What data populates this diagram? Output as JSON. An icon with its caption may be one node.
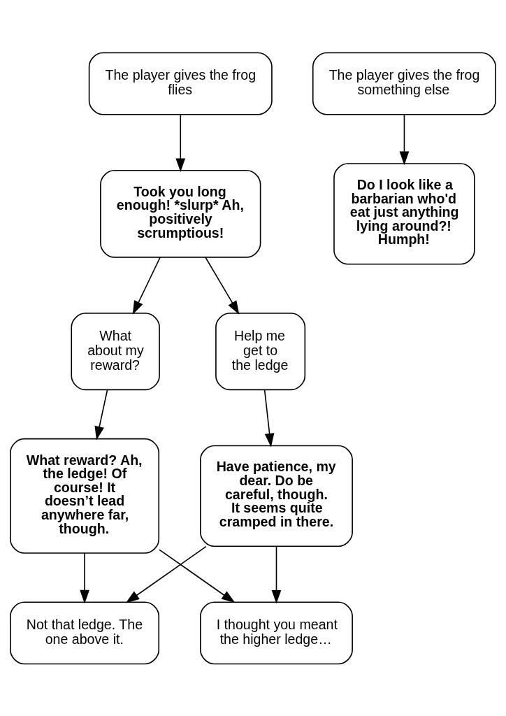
{
  "diagram": {
    "nodes": [
      {
        "text": [
          "The player gives the frog flies"
        ]
      },
      {
        "text": [
          "The player gives the frog something else"
        ]
      },
      {
        "text": [
          "Took you long enough! *slurp* Ah, positively scrumptious!"
        ]
      },
      {
        "text": [
          "Do I look like a barbarian who'd eat just anything lying around?! Humph!"
        ]
      },
      {
        "text": [
          "What about my reward?"
        ]
      },
      {
        "text": [
          "Help me get to the ledge"
        ]
      },
      {
        "text": [
          "What reward? Ah, the ledge! Of course! It doesn’t lead anywhere far, though."
        ]
      },
      {
        "text": [
          "Have patience, my dear. Do be careful, though. It seems quite cramped in there."
        ]
      },
      {
        "text": [
          "Not that ledge. The one above it."
        ]
      },
      {
        "text": [
          "I thought you meant the higher ledge…"
        ]
      }
    ],
    "edges": [
      {
        "from": 0,
        "to": 2,
        "arrow": "to"
      },
      {
        "from": 1,
        "to": 3,
        "arrow": "to"
      },
      {
        "from": 2,
        "to": 4,
        "arrow": "to"
      },
      {
        "from": 2,
        "to": 5,
        "arrow": "to"
      },
      {
        "from": 4,
        "to": 6,
        "arrow": "to"
      },
      {
        "from": 5,
        "to": 7,
        "arrow": "to"
      },
      {
        "from": 7,
        "to": 8,
        "arrow": "to"
      },
      {
        "from": 6,
        "to": 8,
        "arrow": "to"
      },
      {
        "from": 6,
        "to": 9,
        "arrow": "to"
      },
      {
        "from": 7,
        "to": 9,
        "arrow": "to"
      }
    ]
  }
}
